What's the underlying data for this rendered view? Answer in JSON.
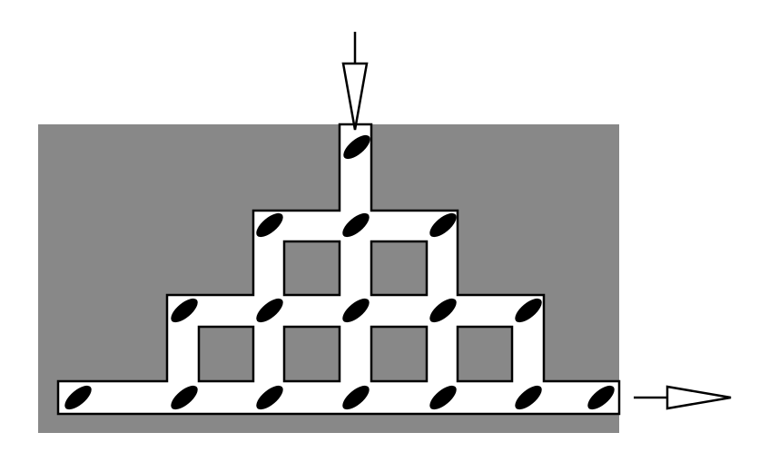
{
  "diagram": {
    "colors": {
      "background": "#ffffff",
      "block": "#888888",
      "channel": "#ffffff",
      "outline": "#000000",
      "particle": "#000000",
      "arrow_fill": "#ffffff"
    },
    "inlet_arrow": {
      "direction": "down",
      "icon": "inlet-arrow-icon"
    },
    "outlet_arrow": {
      "direction": "right",
      "icon": "outlet-arrow-icon"
    },
    "network": {
      "levels": 3,
      "rows": [
        {
          "level": 0,
          "particles": 1
        },
        {
          "level": 1,
          "particles": 3
        },
        {
          "level": 2,
          "particles": 5
        },
        {
          "level": 3,
          "particles": 7
        }
      ],
      "obstacle_rows": [
        2,
        4
      ]
    }
  }
}
